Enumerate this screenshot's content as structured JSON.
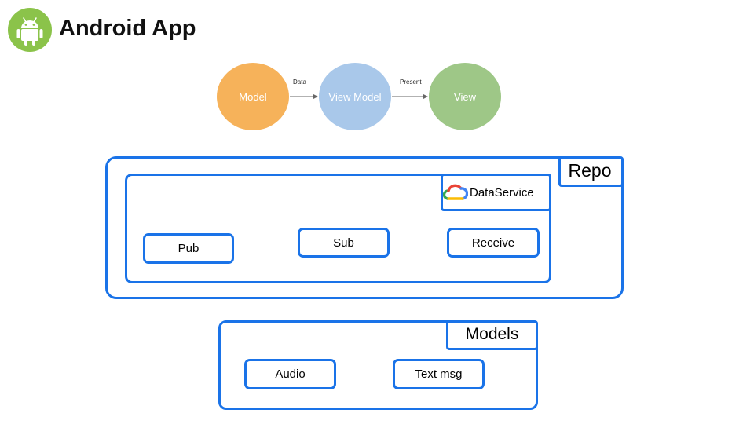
{
  "header": {
    "title": "Android App",
    "logo_icon": "android-robot-icon",
    "logo_color": "#8bc34a"
  },
  "mvvm": {
    "model": "Model",
    "view_model": "View Model",
    "view": "View",
    "edge_model_to_viewmodel": "Data",
    "edge_viewmodel_to_view": "Present",
    "colors": {
      "model": "#f6b25a",
      "view_model": "#a9c8ea",
      "view": "#9ec787"
    }
  },
  "repo": {
    "label": "Repo",
    "data_service": {
      "label": "DataService",
      "icon": "google-cloud-icon",
      "items": [
        "Pub",
        "Sub",
        "Receive"
      ]
    }
  },
  "models": {
    "label": "Models",
    "items": [
      "Audio",
      "Text msg"
    ]
  },
  "accent_color": "#1a73e8"
}
